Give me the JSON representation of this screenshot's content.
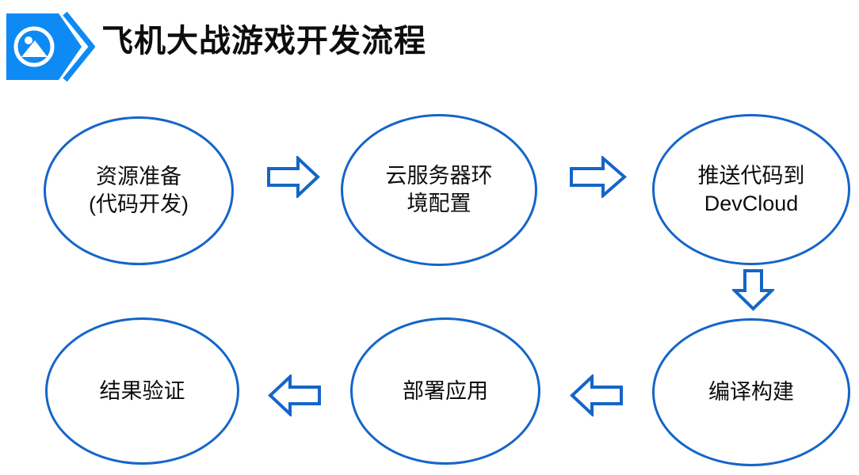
{
  "header": {
    "title": "飞机大战游戏开发流程",
    "icon": "image-icon"
  },
  "colors": {
    "badge_blue": "#0E8AF4",
    "shape_blue": "#1565C8",
    "text_black": "#0d0d0d",
    "background": "#FFFFFF"
  },
  "flow": {
    "nodes": [
      {
        "id": "node-1",
        "label": "资源准备(代码开发)",
        "lines": [
          "资源准备",
          "(代码开发)"
        ]
      },
      {
        "id": "node-2",
        "label": "云服务器环境配置",
        "lines": [
          "云服务器环",
          "境配置"
        ]
      },
      {
        "id": "node-3",
        "label": "推送代码到DevCloud",
        "lines": [
          "推送代码到",
          "DevCloud"
        ]
      },
      {
        "id": "node-4",
        "label": "编译构建",
        "lines": [
          "编译构建"
        ]
      },
      {
        "id": "node-5",
        "label": "部署应用",
        "lines": [
          "部署应用"
        ]
      },
      {
        "id": "node-6",
        "label": "结果验证",
        "lines": [
          "结果验证"
        ]
      }
    ],
    "arrows": [
      {
        "from": "node-1",
        "to": "node-2",
        "direction": "right"
      },
      {
        "from": "node-2",
        "to": "node-3",
        "direction": "right"
      },
      {
        "from": "node-3",
        "to": "node-4",
        "direction": "down"
      },
      {
        "from": "node-4",
        "to": "node-5",
        "direction": "left"
      },
      {
        "from": "node-5",
        "to": "node-6",
        "direction": "left"
      }
    ]
  }
}
